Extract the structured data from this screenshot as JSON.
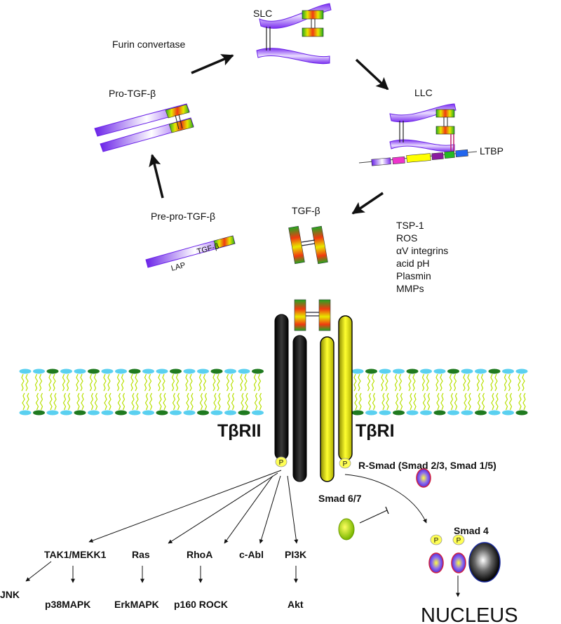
{
  "labels": {
    "slc": "SLC",
    "furin": "Furin convertase",
    "llc": "LLC",
    "ltbp": "LTBP",
    "pro_tgf": "Pro-TGF-β",
    "pre_pro_tgf": "Pre-pro-TGF-β",
    "lap": "LAP",
    "tgf_small": "TGF-β",
    "tgf_active": "TGF-β",
    "activators": [
      "TSP-1",
      "ROS",
      "αV integrins",
      "acid pH",
      "Plasmin",
      "MMPs"
    ],
    "receptor_ii": "TβRII",
    "receptor_i": "TβRI",
    "r_smad": "R-Smad (Smad 2/3, Smad 1/5)",
    "smad67": "Smad 6/7",
    "smad4": "Smad 4",
    "nucleus": "NUCLEUS",
    "phospho": "P",
    "pathways": {
      "tak1": "TAK1/MEKK1",
      "ras": "Ras",
      "rhoa": "RhoA",
      "cabl": "c-Abl",
      "pi3k": "PI3K",
      "jnk": "JNK",
      "p38": "p38MAPK",
      "erk": "ErkMAPK",
      "p160": "p160 ROCK",
      "akt": "Akt"
    }
  },
  "colors": {
    "lap_purple": "#7b2ff0",
    "receptor_black": "#111111",
    "receptor_yellow": "#f2f200",
    "membrane_head_cyan": "#5ad0f0",
    "membrane_head_green": "#1f7a1f",
    "membrane_tail": "#b8e000"
  }
}
